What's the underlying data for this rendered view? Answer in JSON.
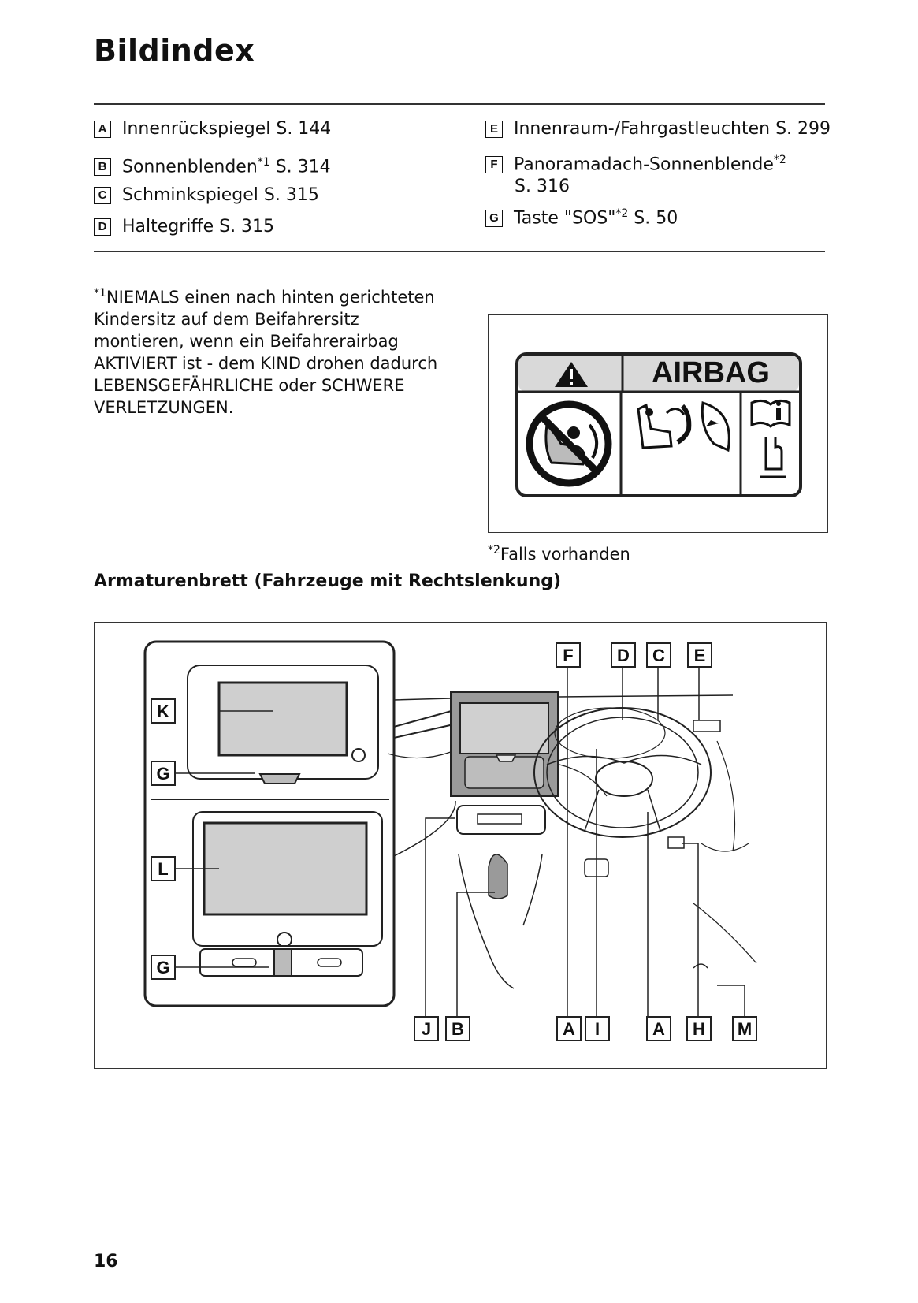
{
  "page_title": "Bildindex",
  "index_left": [
    {
      "key": "A",
      "text": "Innenrückspiegel S. 144",
      "sup": "",
      "ref": ""
    },
    {
      "key": "B",
      "text": "Sonnenblenden",
      "sup": "*1",
      "ref": " S. 314"
    },
    {
      "key": "C",
      "text": "Schminkspiegel S. 315",
      "sup": "",
      "ref": ""
    },
    {
      "key": "D",
      "text": "Haltegriffe S. 315",
      "sup": "",
      "ref": ""
    }
  ],
  "index_right": [
    {
      "key": "E",
      "text": "Innenraum-/Fahrgastleuchten S. 299",
      "sup": "",
      "ref": ""
    },
    {
      "key": "F",
      "text": "Panoramadach-Sonnenblende",
      "sup": "*2",
      "ref": "",
      "line2": "S. 316"
    },
    {
      "key": "G",
      "text": "Taste \"SOS\"",
      "sup": "*2",
      "ref": " S. 50"
    }
  ],
  "footnote1": {
    "mark": "*1",
    "text": "NIEMALS einen nach hinten gerichteten Kindersitz auf dem Beifahrersitz montieren, wenn ein Beifahrerairbag AKTIVIERT ist - dem KIND drohen dadurch LEBENSGEFÄHRLICHE oder SCHWERE VERLETZUNGEN."
  },
  "airbag_label": {
    "heading": "AIRBAG"
  },
  "footnote2": {
    "mark": "*2",
    "text": "Falls vorhanden"
  },
  "section_heading": "Armaturenbrett (Fahrzeuge mit Rechtslenkung)",
  "figure_callouts": {
    "top": [
      "F",
      "D",
      "C",
      "E"
    ],
    "inset": [
      "K",
      "G",
      "L",
      "G"
    ],
    "bottom": [
      "J",
      "B",
      "A",
      "I",
      "A",
      "H",
      "M"
    ]
  },
  "page_number": "16"
}
